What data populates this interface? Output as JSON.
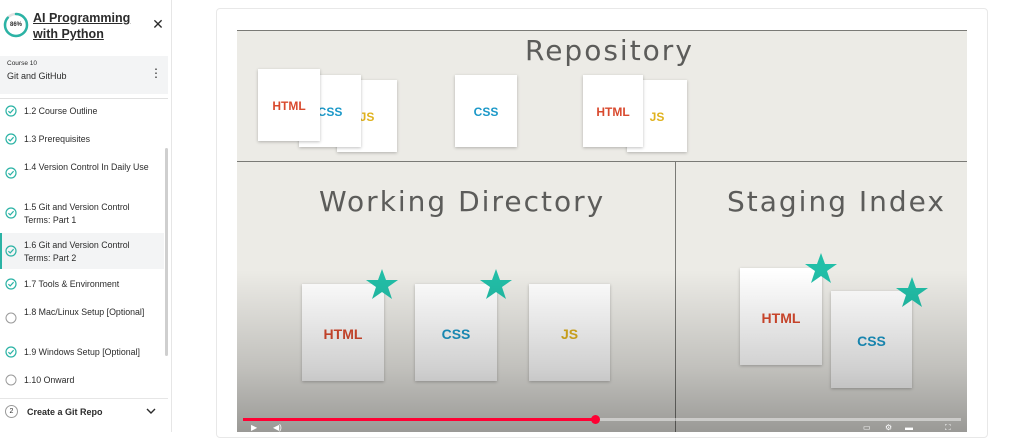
{
  "header": {
    "progress_value": 0.86,
    "progress_label": "86%",
    "course_title": "AI Programming with Python",
    "close_icon": "close-icon"
  },
  "course": {
    "label": "Course 10",
    "name": "Git and GitHub",
    "menu_icon": "kebab-menu-icon"
  },
  "lessons": [
    {
      "text": "1.2  Course Outline",
      "done": true,
      "active": false
    },
    {
      "text": "1.3  Prerequisites",
      "done": true,
      "active": false
    },
    {
      "text": "1.4  Version Control In Daily Use",
      "done": true,
      "active": false
    },
    {
      "text": "1.5  Git and Version Control Terms: Part 1",
      "done": true,
      "active": false
    },
    {
      "text": "1.6  Git and Version Control Terms: Part 2",
      "done": true,
      "active": true
    },
    {
      "text": "1.7  Tools & Environment",
      "done": true,
      "active": false
    },
    {
      "text": "1.8  Mac/Linux Setup [Optional]",
      "done": false,
      "active": false
    },
    {
      "text": "1.9  Windows Setup [Optional]",
      "done": true,
      "active": false
    },
    {
      "text": "1.10  Onward",
      "done": false,
      "active": false
    }
  ],
  "section": {
    "number": "2",
    "title": "Create a Git Repo"
  },
  "video": {
    "repository_title": "Repository",
    "working_dir_title": "Working Directory",
    "staging_title": "Staging Index",
    "file_labels": {
      "html": "HTML",
      "css": "CSS",
      "js": "JS"
    },
    "played_fraction": 0.49,
    "colors": {
      "check": "#2bb3a5",
      "star": "#22bfa8",
      "html": "#d94a2e",
      "css": "#1b98c8",
      "js": "#e0b21e",
      "seek": "#ff0033"
    }
  }
}
